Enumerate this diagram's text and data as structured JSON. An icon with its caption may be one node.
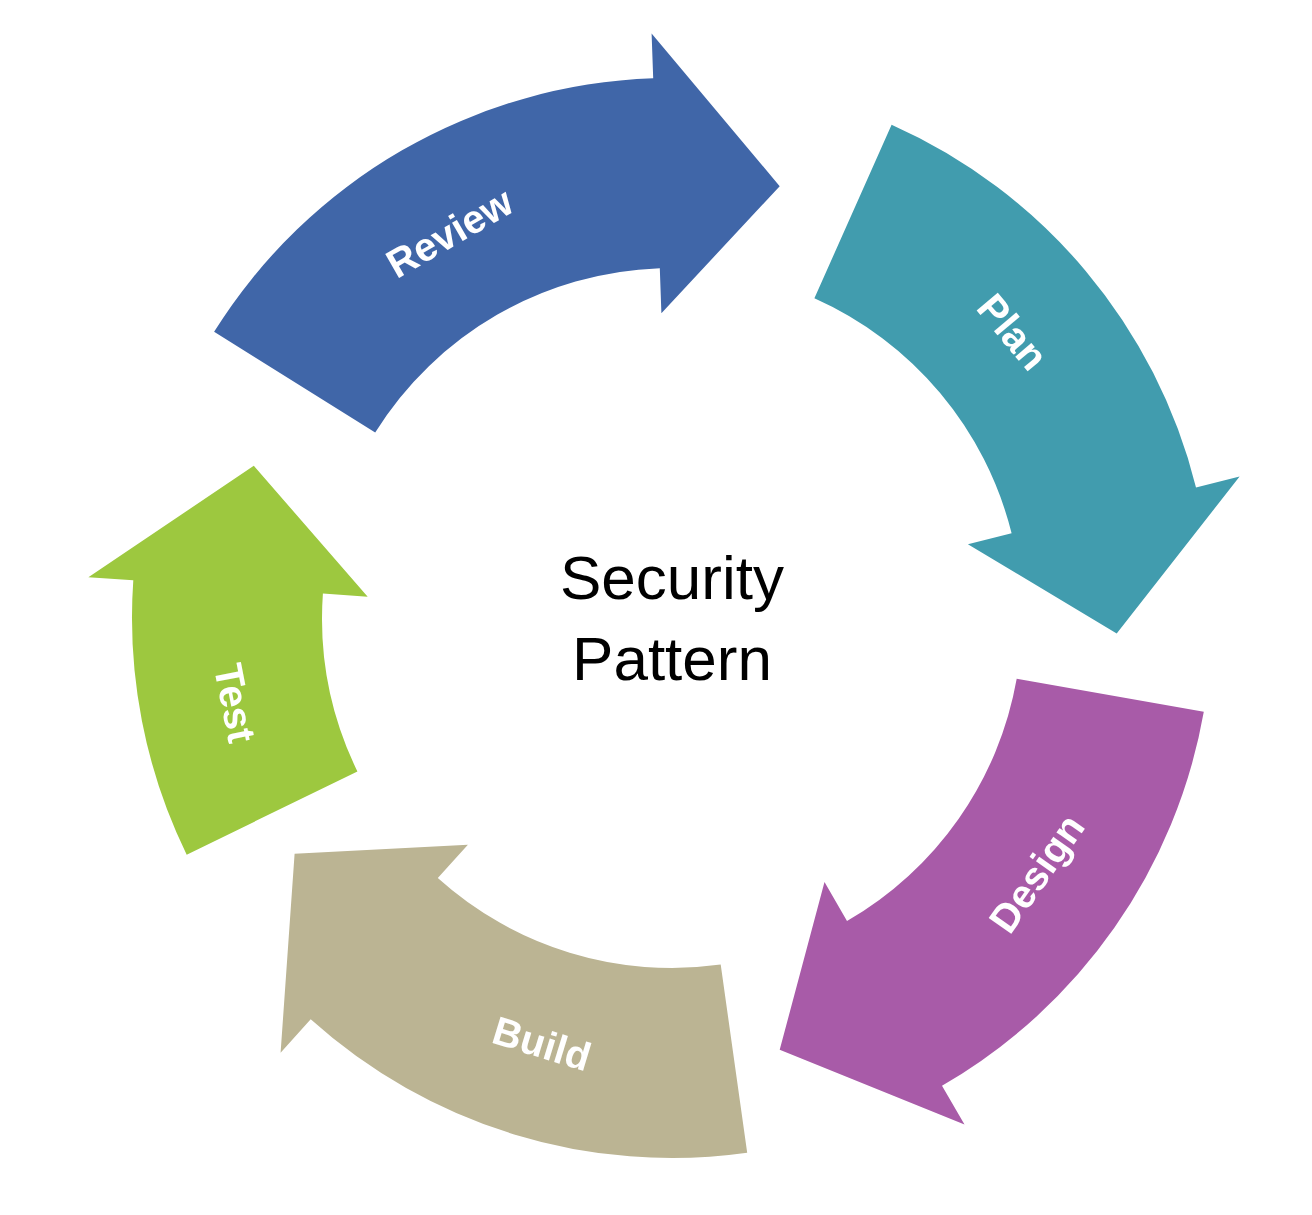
{
  "diagram": {
    "nodes": [
      {
        "text": [
          "Review"
        ]
      },
      {
        "text": [
          "Plan"
        ]
      },
      {
        "text": [
          "Design"
        ]
      },
      {
        "text": [
          "Build"
        ]
      },
      {
        "text": [
          "Test"
        ]
      }
    ],
    "labels": [
      "Security Pattern"
    ]
  }
}
